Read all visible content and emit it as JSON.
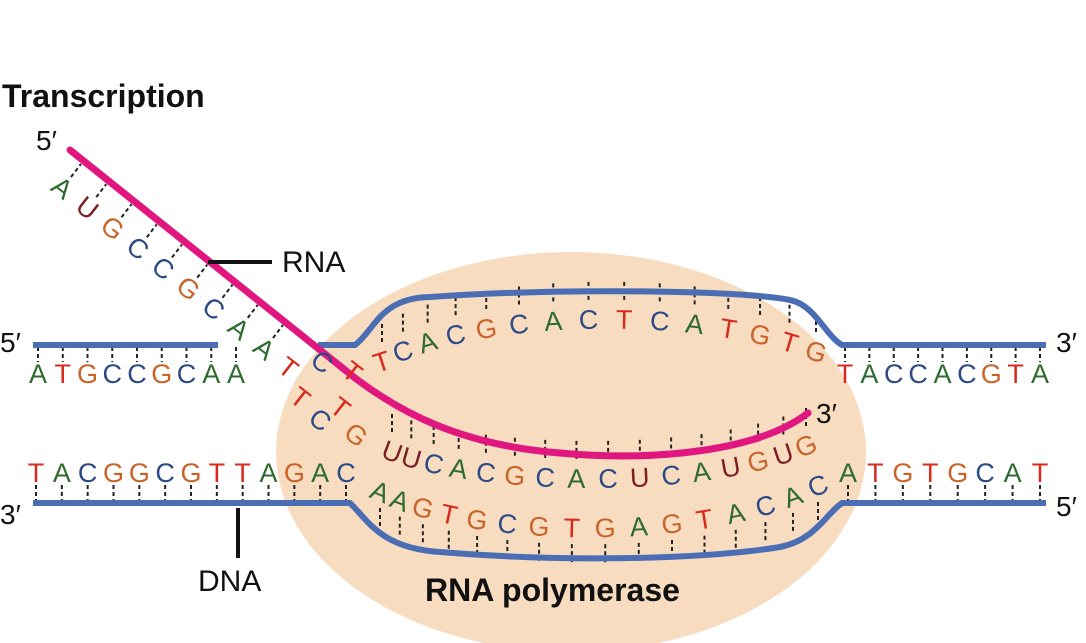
{
  "title": "Transcription",
  "labels": {
    "rna": "RNA",
    "dna": "DNA",
    "polymerase": "RNA polymerase",
    "five_prime": "5′",
    "three_prime": "3′"
  },
  "sequences": {
    "coding_left": "ATGCCGCAA",
    "coding_bubble": "TCACGCACTCATGTG",
    "coding_right": "TACCACGTA",
    "template_left": "TACGGCGTTAGAC",
    "template_bubble": "AAGTGCGTGAGTACAC",
    "template_right": "ATGTGCAT",
    "rna_exit": "AUGCCGCAA",
    "rna_hybrid": "UUCACGCACUCAUGUG",
    "junction_coding": "TCT",
    "junction_template": "TCTG"
  },
  "colors": {
    "A": "#2e6b2e",
    "T": "#d8291c",
    "U": "#7a1f24",
    "G": "#c8642a",
    "C": "#2c4a86",
    "dna_strand": "#4a6db4",
    "rna_strand": "#e0177f",
    "enzyme": "#f8dcc0"
  }
}
